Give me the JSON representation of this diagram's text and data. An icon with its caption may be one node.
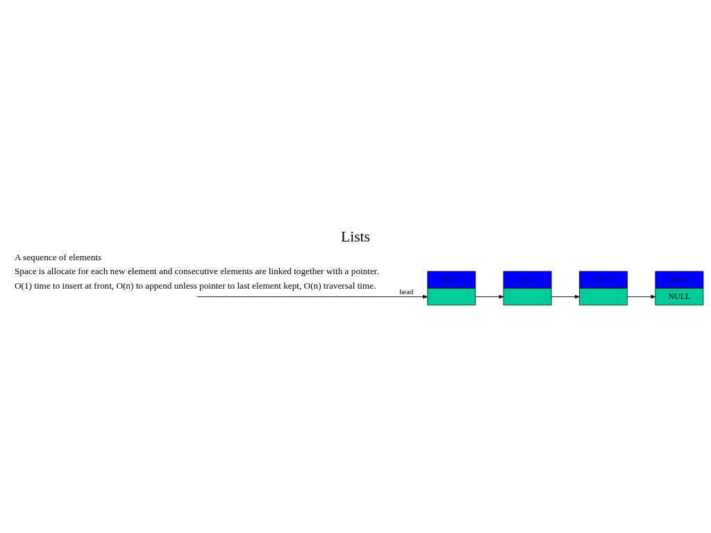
{
  "diagram": {
    "title": "Lists",
    "nodes": [
      {
        "text": [],
        "shape": "box"
      },
      {
        "text": [
          "data 1"
        ]
      },
      {
        "text": [],
        "shape": "box"
      },
      {
        "text": [
          "data 2"
        ]
      },
      {
        "text": [],
        "shape": "box"
      },
      {
        "text": [
          "data 3"
        ]
      },
      {
        "text": [
          "NULL"
        ]
      },
      {
        "text": [
          "data 4"
        ]
      }
    ],
    "edges": [
      {
        "from": null,
        "to": 0,
        "arrow": "to",
        "label": "head"
      },
      {
        "from": 0,
        "to": 2,
        "arrow": "to"
      },
      {
        "from": 2,
        "to": 4,
        "arrow": "to"
      },
      {
        "from": 4,
        "to": 6,
        "arrow": "to"
      }
    ],
    "labels": [
      "A sequence of elements",
      "Space is allocate for each new element and consecutive elements are linked together with a pointer.",
      "O(1) time to insert at front, O(n) to append unless pointer to last element kept, O(n) traversal time."
    ]
  }
}
